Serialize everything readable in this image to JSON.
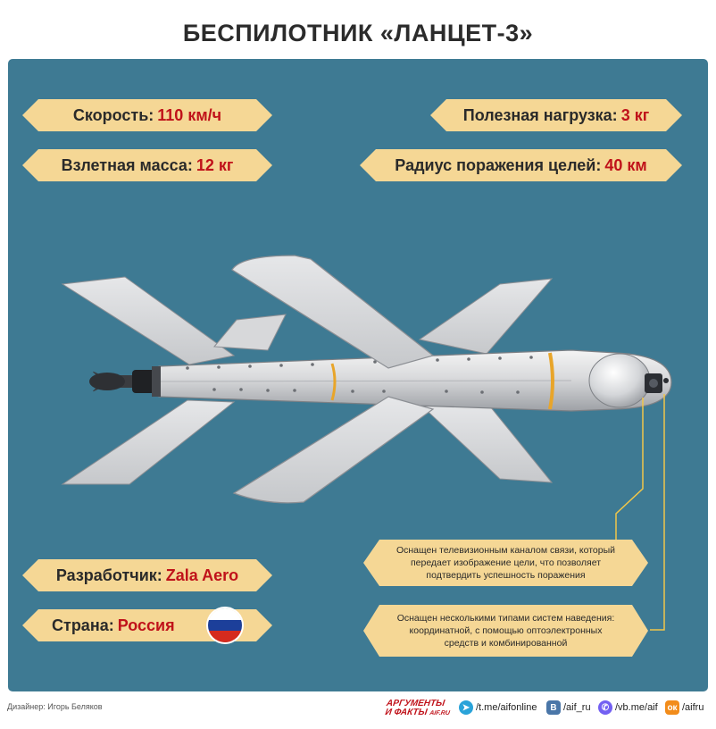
{
  "title": "БЕСПИЛОТНИК «ЛАНЦЕТ-3»",
  "specs": {
    "speed": {
      "label": "Скорость:",
      "value": "110 км/ч"
    },
    "mass": {
      "label": "Взлетная масса:",
      "value": "12 кг"
    },
    "payload": {
      "label": "Полезная нагрузка:",
      "value": "3 кг"
    },
    "radius": {
      "label": "Радиус поражения целей:",
      "value": "40 км"
    },
    "developer": {
      "label": "Разработчик:",
      "value": "Zala Aero"
    },
    "country": {
      "label": "Страна:",
      "value": "Россия"
    }
  },
  "notes": {
    "tv_channel": "Оснащен телевизионным каналом связи, который передает изображение цели, что позволяет подтвердить успешность поражения",
    "guidance": "Оснащен несколькими типами систем наведения: координатной, с помощью оптоэлектронных средств и комбинированной"
  },
  "footer": {
    "designer": "Дизайнер: Игорь Беляков",
    "logo_line1": "АРГУМЕНТЫ",
    "logo_line2": "И ФАКТЫ",
    "logo_site": "AIF.RU",
    "telegram": "/t.me/aifonline",
    "vk": "/aif_ru",
    "viber": "/vb.me/aif",
    "ok": "/aifru"
  },
  "colors": {
    "background": "#3e7a93",
    "tag": "#f5d795",
    "value_text": "#c0121a",
    "leader_line": "#f0c64a"
  },
  "icons": [
    "telegram-icon",
    "vk-icon",
    "viber-icon",
    "odnoklassniki-icon",
    "russia-flag-icon"
  ]
}
